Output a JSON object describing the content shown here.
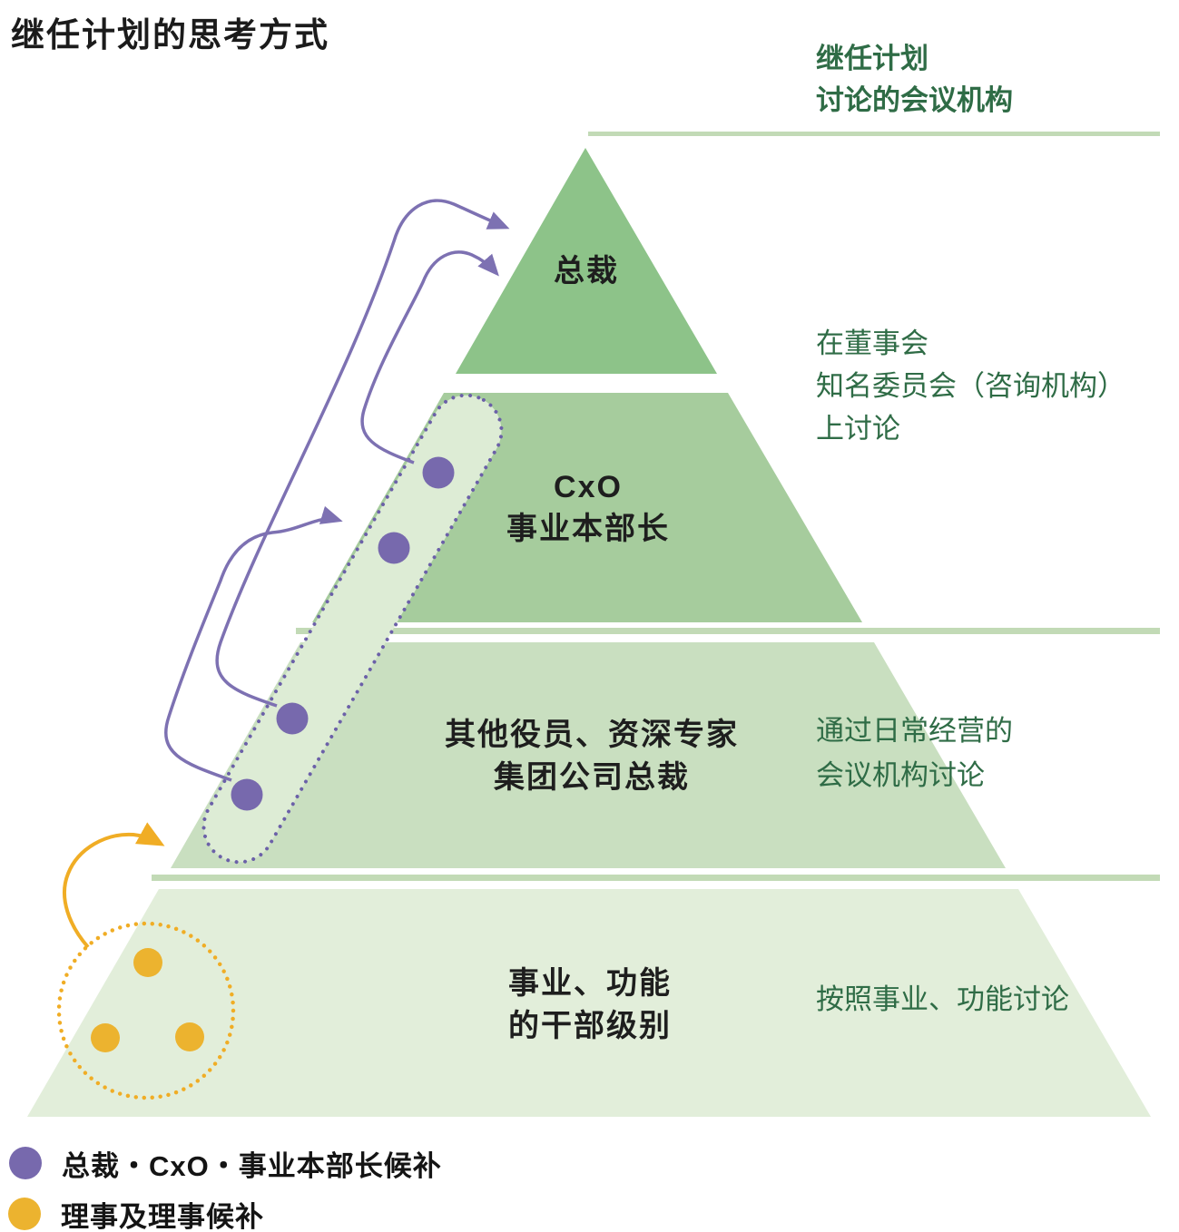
{
  "title": "继任计划的思考方式",
  "right_column": {
    "header_lines": [
      "继任计划",
      "讨论的会议机构"
    ],
    "notes": [
      {
        "id": "board-note",
        "lines": [
          "在董事会",
          "知名委员会（咨询机构）",
          "上讨论"
        ]
      },
      {
        "id": "daily-note",
        "lines": [
          "通过日常经营的",
          "会议机构讨论"
        ]
      },
      {
        "id": "function-note",
        "lines": [
          "按照事业、功能讨论"
        ]
      }
    ]
  },
  "pyramid": {
    "tiers": [
      {
        "id": "tier-1",
        "lines": [
          "总裁"
        ]
      },
      {
        "id": "tier-2",
        "lines": [
          "CxO",
          "事业本部长"
        ]
      },
      {
        "id": "tier-3",
        "lines": [
          "其他役员、资深专家",
          "集团公司总裁"
        ]
      },
      {
        "id": "tier-4",
        "lines": [
          "事业、功能",
          "的干部级别"
        ]
      }
    ]
  },
  "legend": [
    {
      "label": "总裁・CxO・事业本部长候补",
      "color": "#7769ad"
    },
    {
      "label": "理事及理事候补",
      "color": "#ecb32f"
    }
  ],
  "colors": {
    "tier1": "#8dc389",
    "tier2": "#a6cc9d",
    "tier3": "#c9dfc0",
    "tier4": "#e2eeda",
    "divider_rule": "#c2dab6",
    "capsule_fill": "#ddecd5",
    "capsule_dots": "#6b60a8",
    "purple": "#7d71b2",
    "purple_dot": "#7769ad",
    "yellow": "#f0ad25",
    "yellow_dot": "#ecb32f",
    "green_text": "#2f6c46"
  }
}
